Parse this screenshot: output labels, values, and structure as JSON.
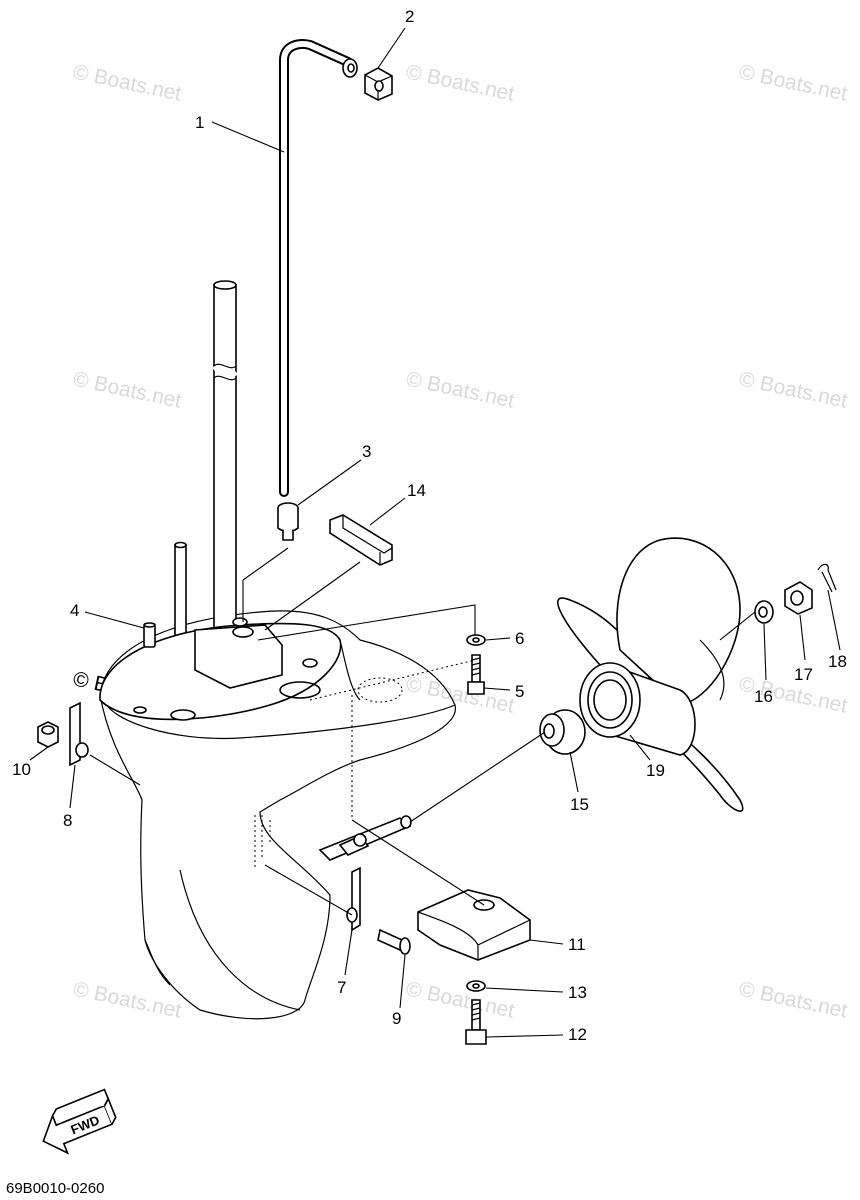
{
  "diagram_code": "69B0010-0260",
  "fwd_label": "FWD",
  "watermark": "© Boats.net",
  "callouts": {
    "c1": "1",
    "c2": "2",
    "c3": "3",
    "c4": "4",
    "c5": "5",
    "c6": "6",
    "c7": "7",
    "c8": "8",
    "c9": "9",
    "c10": "10",
    "c11": "11",
    "c12": "12",
    "c13": "13",
    "c14": "14",
    "c15": "15",
    "c16": "16",
    "c17": "17",
    "c18": "18",
    "c19": "19"
  }
}
